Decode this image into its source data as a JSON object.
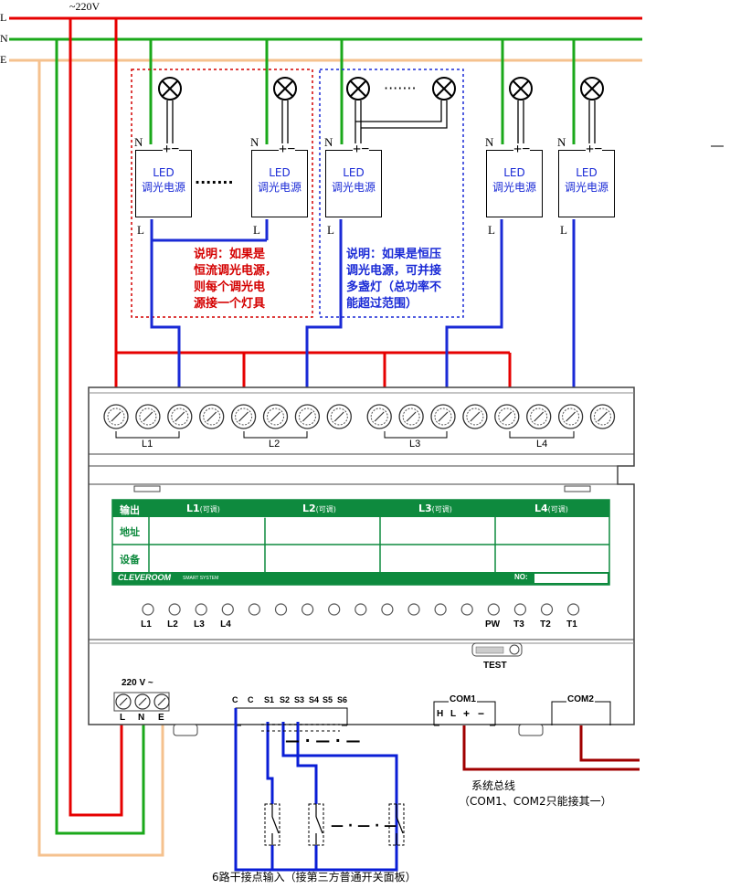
{
  "rails": {
    "L": "L",
    "N": "N",
    "E": "E",
    "voltage": "~220V"
  },
  "drivers": [
    {
      "line1": "LED",
      "line2": "调光电源",
      "n": "N",
      "l": "L",
      "pm": "+−"
    },
    {
      "line1": "LED",
      "line2": "调光电源",
      "n": "N",
      "l": "L",
      "pm": "+−"
    },
    {
      "line1": "LED",
      "line2": "调光电源",
      "n": "N",
      "l": "L",
      "pm": "+−"
    },
    {
      "line1": "LED",
      "line2": "调光电源",
      "n": "N",
      "l": "L",
      "pm": "+−"
    },
    {
      "line1": "LED",
      "line2": "调光电源",
      "n": "N",
      "l": "L",
      "pm": "+−"
    }
  ],
  "notes": {
    "constant_current": "说明：如果是\n恒流调光电源，\n则每个调光电\n源接一个灯具",
    "constant_voltage": "说明：如果是恒压\n调光电源，可并接\n多盏灯（总功率不\n能超过范围）"
  },
  "terminal_groups": [
    "L1",
    "L2",
    "L3",
    "L4"
  ],
  "table": {
    "header": [
      "输出",
      "L1",
      "L2",
      "L3",
      "L4"
    ],
    "header_suffix": "(可调)",
    "rows": [
      "地址",
      "设备"
    ],
    "brand": "CLEVEROOM",
    "brand_sub": "SMART SYSTEM",
    "no_label": "NO:"
  },
  "leds_left": [
    "L1",
    "L2",
    "L3",
    "L4"
  ],
  "leds_right": [
    "PW",
    "T3",
    "T2",
    "T1"
  ],
  "test_label": "TEST",
  "power_block": {
    "title": "220 V ~",
    "terms": [
      "L",
      "N",
      "E"
    ]
  },
  "inputs": {
    "labels": [
      "C",
      "C",
      "S1",
      "S2",
      "S3",
      "S4",
      "S5",
      "S6"
    ]
  },
  "com1": {
    "title": "COM1",
    "pins": [
      "H",
      "L",
      "+",
      "−"
    ]
  },
  "com2": {
    "title": "COM2"
  },
  "bus_note": {
    "line1": "系统总线",
    "line2": "（COM1、COM2只能接其一）"
  },
  "input_note": "6路干接点输入（接第三方普通开关面板）",
  "colors": {
    "L": "#e60000",
    "N": "#1aa81a",
    "E": "#f5c18e",
    "bus": "#0a1ed6",
    "com": "#a00000",
    "panel_green": "#0e8a3e"
  }
}
